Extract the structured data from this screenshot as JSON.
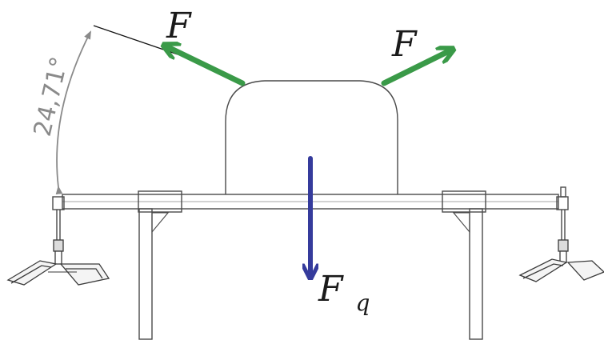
{
  "diagram": {
    "angle_label": "24,71°",
    "force_left_label": "F",
    "force_right_label": "F",
    "weight_label_main": "F",
    "weight_label_sub": "q"
  },
  "colors": {
    "force_arrows": "#3a9a48",
    "weight_arrow": "#353b9c",
    "drawing_lines": "#4a4a4a",
    "dimension": "#8a8a8a",
    "background": "#ffffff"
  },
  "icons": [
    "angle-dimension",
    "force-arrow",
    "weight-arrow",
    "stabilizer-foot"
  ]
}
